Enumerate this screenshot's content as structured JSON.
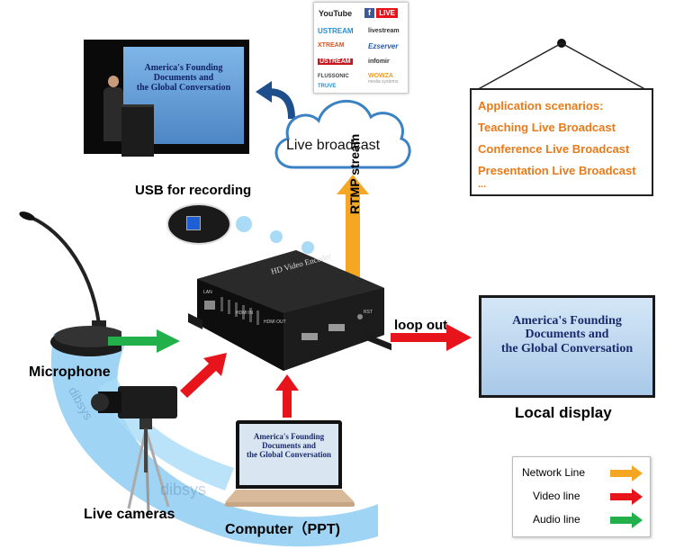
{
  "presentation": {
    "line1": "America's Founding",
    "line2": "Documents and",
    "line3": "the Global Conversation"
  },
  "platforms": {
    "youtube": "YouTube",
    "facebook_live": "LIVE",
    "ustream": "USTREAM",
    "livestream": "livestream",
    "xtream": "XTREAM",
    "ezserver": "Ezserver",
    "ustream2": "USTREAM",
    "infomir": "infomir",
    "flussonic": "FLUSSONIC",
    "wowza": "WOWZA",
    "wowza_sub": "media systems",
    "tripix": "TRUVE"
  },
  "cloud": {
    "label": "Live broadcast"
  },
  "usb": {
    "label": "USB for recording"
  },
  "rtmp": {
    "label": "RTMP stream"
  },
  "encoder": {
    "brand": "HD",
    "name": "Video Encoder",
    "port_lan": "LAN",
    "port_hdmi_in": "HDMI IN",
    "port_hdmi_out": "HDMI OUT",
    "port_rst": "RST"
  },
  "loop_out": {
    "label": "loop out"
  },
  "local_display": {
    "label": "Local display"
  },
  "microphone": {
    "label": "Microphone"
  },
  "cameras": {
    "label": "Live cameras"
  },
  "computer": {
    "label": "Computer（PPT)"
  },
  "scenarios": {
    "title": "Application scenarios:",
    "items": [
      "Teaching Live Broadcast",
      "Conference Live Broadcast",
      "Presentation Live Broadcast",
      "..."
    ]
  },
  "legend": {
    "items": [
      {
        "label": "Network Line",
        "color": "#f5a623"
      },
      {
        "label": "Video line",
        "color": "#e8141c"
      },
      {
        "label": "Audio line",
        "color": "#22b04a"
      }
    ]
  },
  "watermark": "dibsys",
  "colors": {
    "network": "#f5a623",
    "video": "#e8141c",
    "audio": "#22b04a",
    "accent_orange": "#e87a1a",
    "cable_blue": "#7ec3ee"
  }
}
